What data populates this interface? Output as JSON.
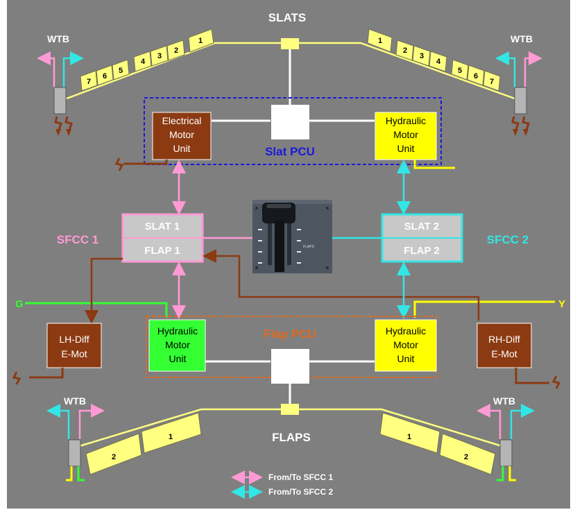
{
  "colors": {
    "background": "#7f7f7f",
    "sfcc1": "#ff9ad5",
    "sfcc2": "#33e6e6",
    "yellow_line": "#ffff80",
    "hydraulic_yellow": "#ffff00",
    "green": "#33ff33",
    "brown": "#8b3a12",
    "slat_pcu_border": "#1a1ad9",
    "flap_pcu_border": "#e06a1e"
  },
  "labels": {
    "slats": "SLATS",
    "flaps": "FLAPS",
    "wtb": "WTB",
    "slat_pcu": "Slat PCU",
    "flap_pcu": "Flap PCU",
    "sfcc1": "SFCC 1",
    "sfcc2": "SFCC 2",
    "slat1": "SLAT 1",
    "flap1": "FLAP 1",
    "slat2": "SLAT 2",
    "flap2": "FLAP 2",
    "g": "G",
    "y": "Y",
    "lever_caption": "FLAPS"
  },
  "electrical_motor_unit": [
    "Electrical",
    "Motor",
    "Unit"
  ],
  "hydraulic_motor_unit": [
    "Hydraulic",
    "Motor",
    "Unit"
  ],
  "lh_diff": [
    "LH-Diff",
    "E-Mot"
  ],
  "rh_diff": [
    "RH-Diff",
    "E-Mot"
  ],
  "slat_numbers_left": [
    "7",
    "6",
    "5",
    "4",
    "3",
    "2",
    "1"
  ],
  "slat_numbers_right": [
    "1",
    "2",
    "3",
    "4",
    "5",
    "6",
    "7"
  ],
  "flap_numbers_left": [
    "2",
    "1"
  ],
  "flap_numbers_right": [
    "1",
    "2"
  ],
  "legend": {
    "sfcc1": "From/To SFCC 1",
    "sfcc2": "From/To SFCC 2"
  }
}
